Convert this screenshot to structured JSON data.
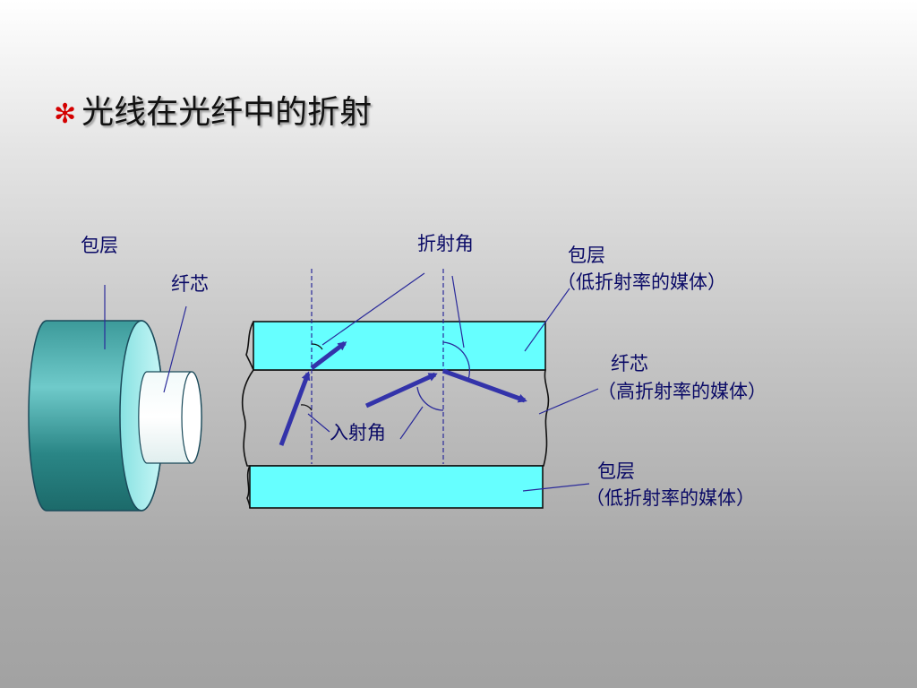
{
  "slide": {
    "bullet_icon": "asterisk-bullet",
    "title": "光线在光纤中的折射"
  },
  "labels": {
    "left_cladding": "包层",
    "left_core": "纤芯",
    "refraction_angle": "折射角",
    "incidence_angle": "入射角",
    "top_cladding_title": "包层",
    "top_cladding_desc": "（低折射率的媒体）",
    "core_title": "纤芯",
    "core_desc": "（高折射率的媒体）",
    "bottom_cladding_title": "包层",
    "bottom_cladding_desc": "（低折射率的媒体）"
  },
  "colors": {
    "cladding_fill": "#66ffff",
    "cylinder_teal": "#2a8c8c",
    "ray": "#3333aa",
    "label_text": "#0a0a66",
    "bullet": "#d40000"
  }
}
